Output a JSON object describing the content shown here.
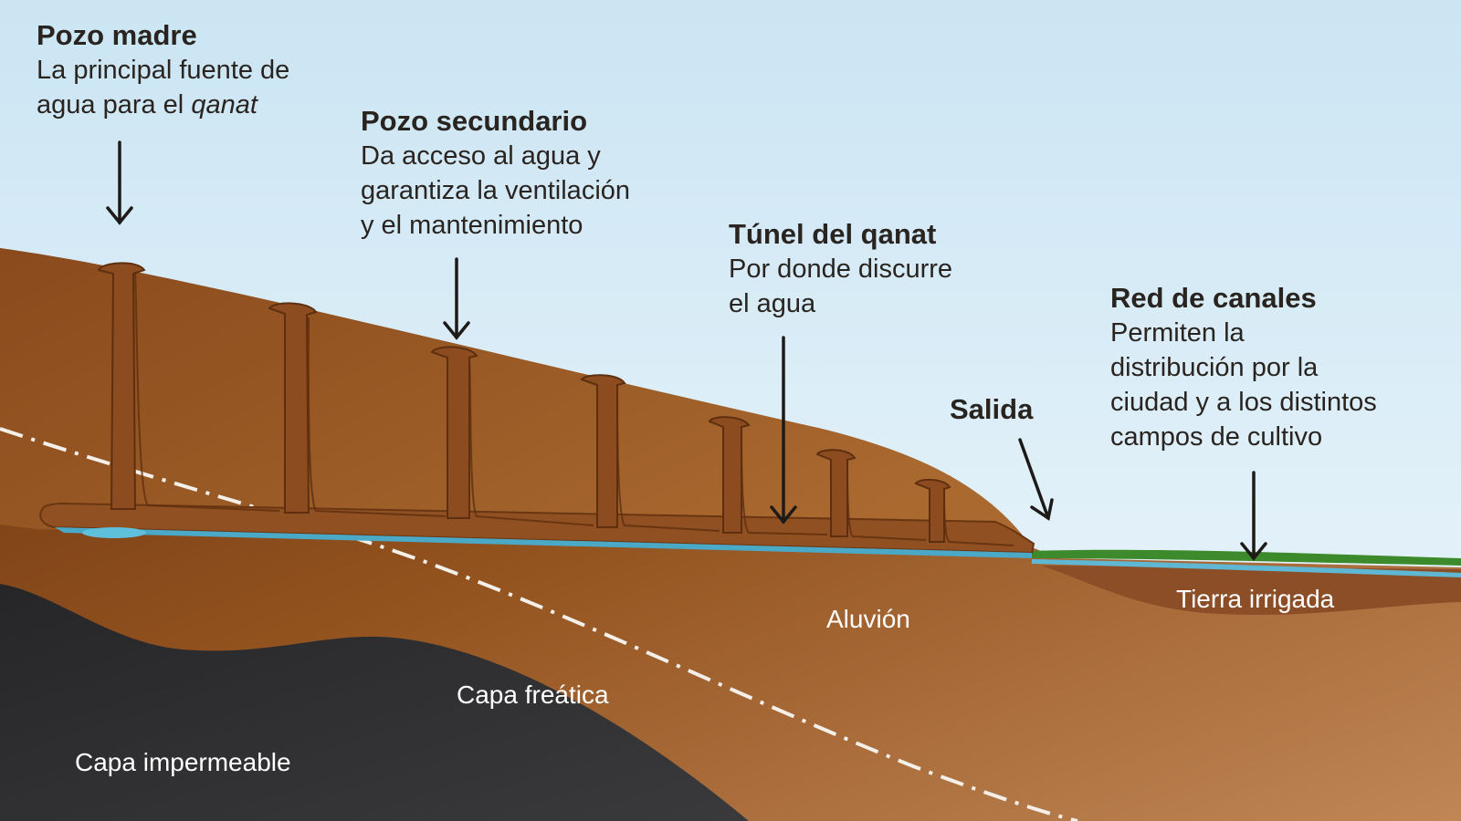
{
  "callouts": {
    "pozo_madre": {
      "title": "Pozo madre",
      "desc_main": "La principal fuente de\nagua para el ",
      "desc_italic": "qanat"
    },
    "pozo_secundario": {
      "title": "Pozo secundario",
      "desc": "Da acceso al agua y\ngarantiza la ventilación\ny el mantenimiento"
    },
    "tunel": {
      "title": "Túnel del qanat",
      "desc": "Por donde discurre\nel agua"
    },
    "salida": {
      "title": "Salida"
    },
    "red_canales": {
      "title": "Red de canales",
      "desc": "Permiten la\ndistribución por la\nciudad y a los distintos\ncampos de cultivo"
    }
  },
  "layers": {
    "aluvion": "Aluvión",
    "capa_freatica": "Capa freática",
    "capa_impermeable": "Capa impermeable",
    "tierra_irrigada": "Tierra irrigada"
  },
  "colors": {
    "sky_top": "#cfe6f3",
    "sky_bottom": "#eaf5fb",
    "soil_dark": "#7a3f14",
    "soil_mid": "#a0602a",
    "soil_light": "#b87a44",
    "bedrock": "#2f2f31",
    "water": "#5ab9d6",
    "grass": "#3f8a2a",
    "irrigated": "#8a4f2a"
  }
}
